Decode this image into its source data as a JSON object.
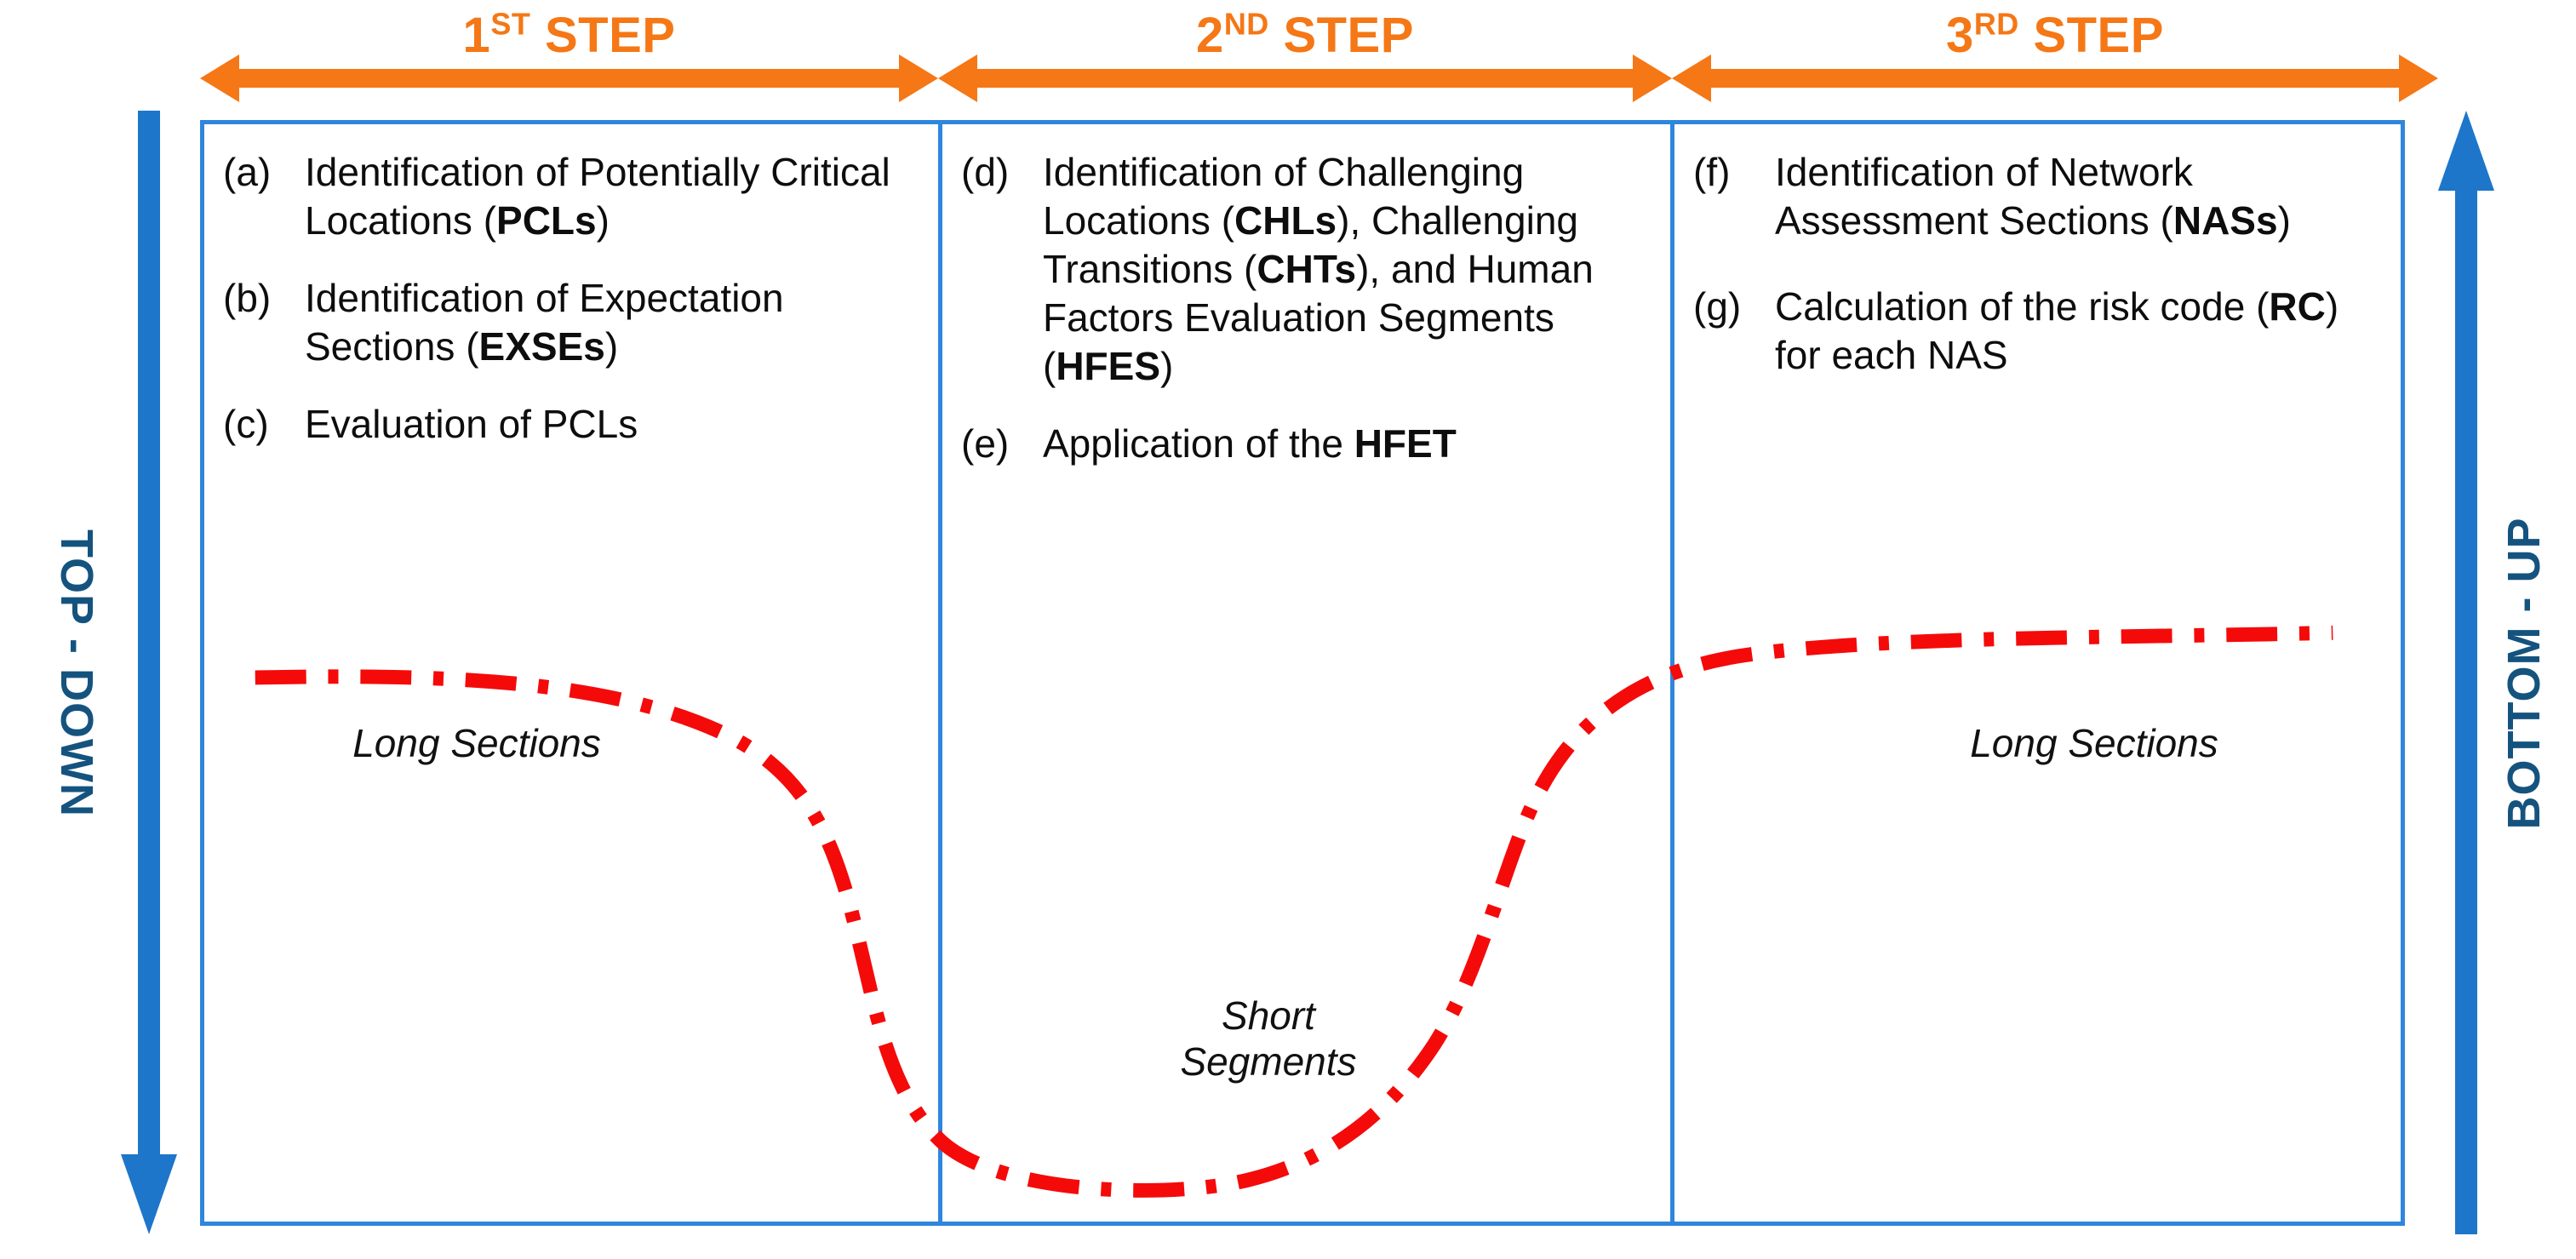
{
  "steps": [
    {
      "ordinal": "1",
      "suffix": "ST",
      "label": "STEP",
      "full": "1ST STEP"
    },
    {
      "ordinal": "2",
      "suffix": "ND",
      "label": "STEP",
      "full": "2ND STEP"
    },
    {
      "ordinal": "3",
      "suffix": "RD",
      "label": "STEP",
      "full": "3RD STEP"
    }
  ],
  "columns": [
    {
      "items": [
        {
          "marker": "(a)",
          "text_html": "Identification of Potentially Critical Locations (<b>PCLs</b>)",
          "text": "Identification of Potentially Critical Locations (PCLs)"
        },
        {
          "marker": "(b)",
          "text_html": "Identification of Expectation Sections (<b>EXSEs</b>)",
          "text": "Identification of Expectation Sections (EXSEs)"
        },
        {
          "marker": "(c)",
          "text_html": "Evaluation of PCLs",
          "text": "Evaluation of PCLs"
        }
      ],
      "curve_label": "Long Sections"
    },
    {
      "items": [
        {
          "marker": "(d)",
          "text_html": "Identification of Challenging Locations (<b>CHLs</b>), Challenging Transitions (<b>CHTs</b>), and Human Factors Evaluation Segments (<b>HFES</b>)",
          "text": "Identification of Challenging Locations (CHLs), Challenging Transitions (CHTs), and Human Factors Evaluation Segments (HFES)"
        },
        {
          "marker": "(e)",
          "text_html": "Application of the <b>HFET</b>",
          "text": "Application of the HFET"
        }
      ],
      "curve_label": "Short\nSegments"
    },
    {
      "items": [
        {
          "marker": "(f)",
          "text_html": "Identification of Network Assessment Sections (<b>NASs</b>)",
          "text": "Identification of Network Assessment Sections (NASs)"
        },
        {
          "marker": "(g)",
          "text_html": "Calculation of the risk code (<b>RC</b>) for each NAS",
          "text": "Calculation of the risk code (RC) for each NAS"
        }
      ],
      "curve_label": "Long Sections"
    }
  ],
  "side": {
    "left_label": "TOP - DOWN",
    "right_label": "BOTTOM - UP"
  },
  "colors": {
    "step_orange": "#F57715",
    "box_blue": "#2E86DE",
    "side_arrow_blue": "#1D76C9",
    "side_label_blue": "#15537F",
    "curve_red": "#F50A0A",
    "text_black": "#0d0d0d"
  }
}
